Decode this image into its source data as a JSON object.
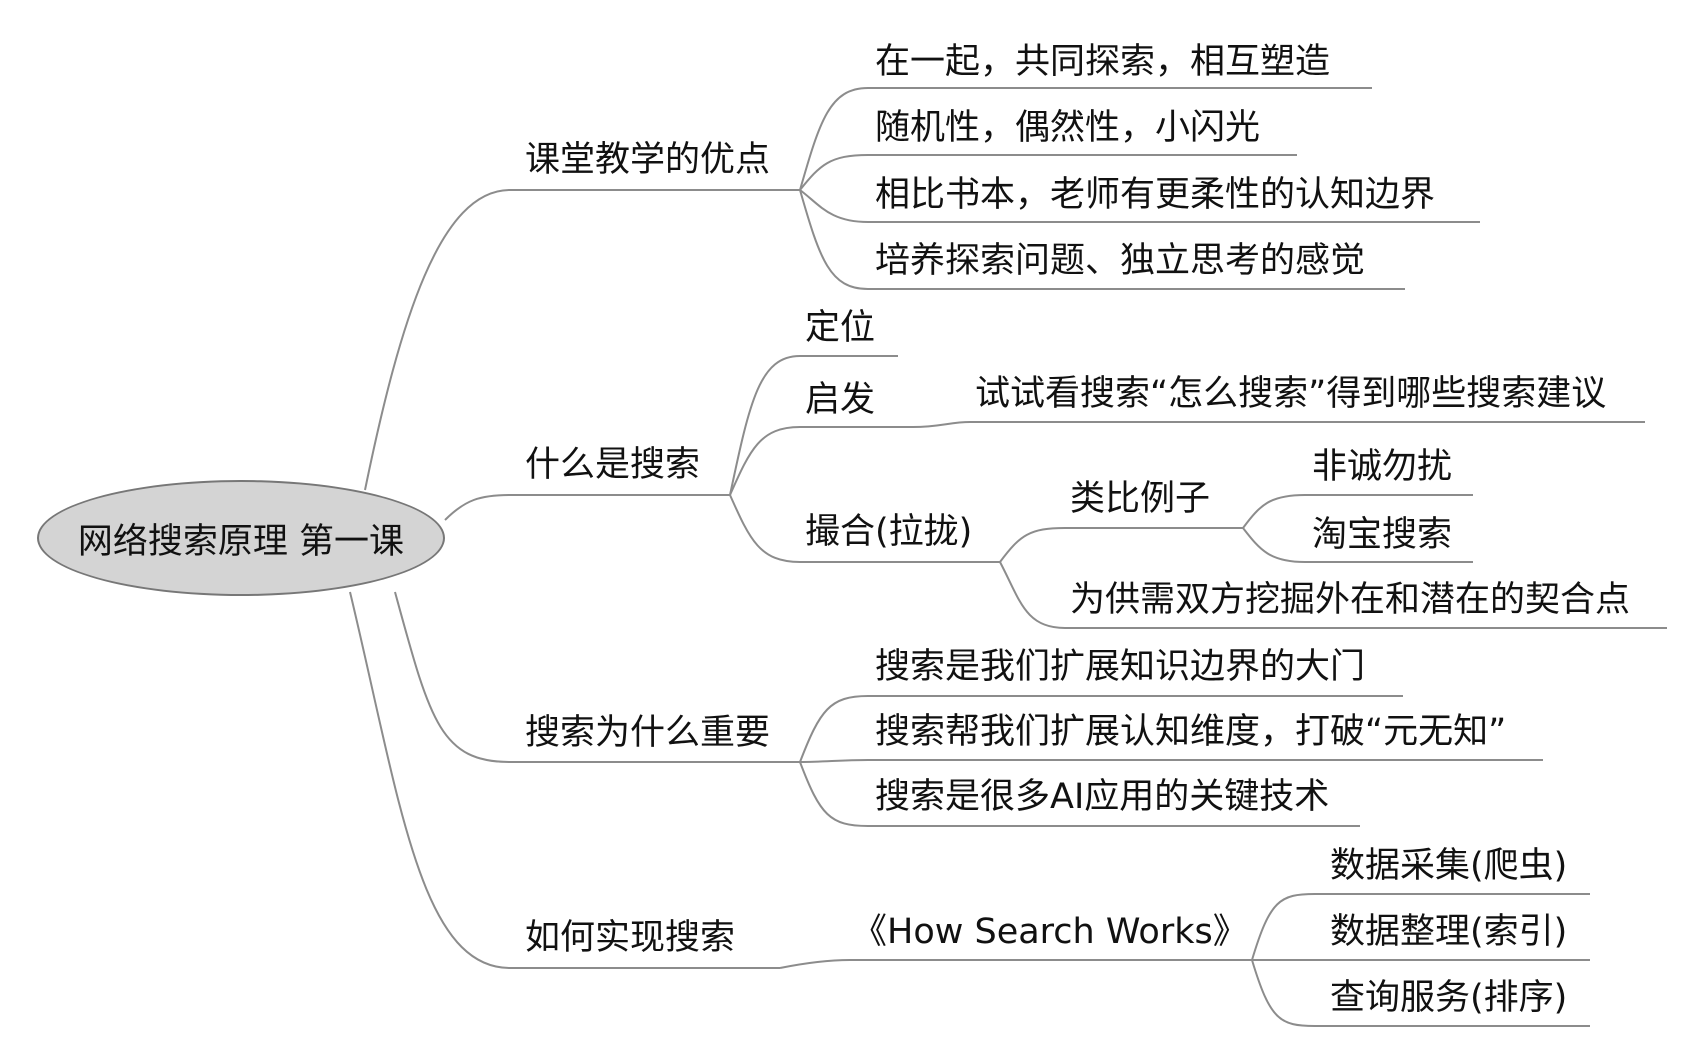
{
  "root": "网络搜索原理 第一课",
  "branches": {
    "advantages": {
      "label": "课堂教学的优点",
      "items": [
        "在一起，共同探索，相互塑造",
        "随机性，偶然性，小闪光",
        "相比书本，老师有更柔性的认知边界",
        "培养探索问题、独立思考的感觉"
      ]
    },
    "what_is_search": {
      "label": "什么是搜索",
      "positioning": "定位",
      "inspire": "启发",
      "inspire_example": "试试看搜索“怎么搜索”得到哪些搜索建议",
      "match": "撮合(拉拢)",
      "analogy": "类比例子",
      "analogy_items": [
        "非诚勿扰",
        "淘宝搜索"
      ],
      "match_point": "为供需双方挖掘外在和潜在的契合点"
    },
    "why_important": {
      "label": "搜索为什么重要",
      "items": [
        "搜索是我们扩展知识边界的大门",
        "搜索帮我们扩展认知维度，打破“元无知”",
        "搜索是很多AI应用的关键技术"
      ]
    },
    "how_to": {
      "label": "如何实现搜索",
      "book": "《How Search Works》",
      "items": [
        "数据采集(爬虫)",
        "数据整理(索引)",
        "查询服务(排序)"
      ]
    }
  },
  "colors": {
    "root_fill": "#d4d4d4",
    "line": "#8c8c8c",
    "text": "#111111"
  }
}
